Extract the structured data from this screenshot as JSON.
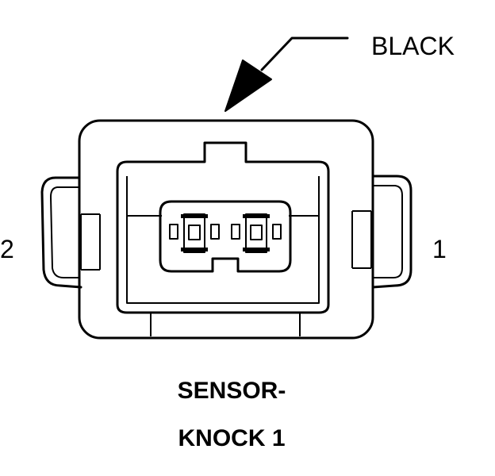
{
  "connector": {
    "wire_color": "BLACK",
    "pins": {
      "left": "2",
      "right": "1"
    },
    "title_line1": "SENSOR-",
    "title_line2": "KNOCK 1"
  },
  "colors": {
    "stroke": "#000000",
    "background": "#ffffff"
  },
  "icons": {
    "pointer": "arrow-pointer-icon"
  }
}
